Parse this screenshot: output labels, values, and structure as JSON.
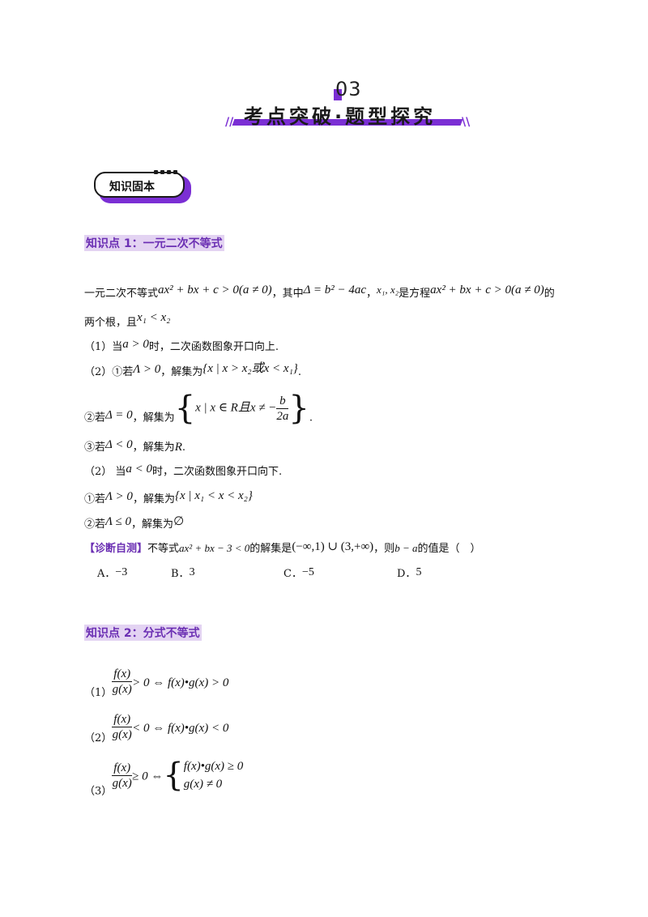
{
  "header": {
    "chapter_number": "03",
    "title": "考点突破·题型探究",
    "slash_left": "//",
    "slash_right": "\\\\"
  },
  "badge": {
    "label": "知识固本"
  },
  "kp1": {
    "heading": "知识点 1：一元二次不等式",
    "intro_a": "一元二次不等式",
    "intro_math1": "ax² + bx + c > 0(a ≠ 0)",
    "intro_b": "，其中",
    "intro_math2": "Δ = b² − 4ac",
    "intro_c": "，",
    "intro_math3": "x₁, x₂",
    "intro_d": "是方程",
    "intro_math4": "ax² + bx + c > 0(a ≠ 0)",
    "intro_e": "的",
    "intro_line2_a": "两个根，且",
    "intro_line2_math": "x₁ < x₂",
    "item1_a": "（1）当",
    "item1_math": "a > 0",
    "item1_b": "时，二次函数图象开口向上.",
    "item2_a": "（2）①若",
    "item2_math": "Λ > 0",
    "item2_b": "，解集为",
    "item2_set": "{x | x > x₂或x < x₁}",
    "item2_end": ".",
    "item3_a": "②若",
    "item3_math": "Δ = 0",
    "item3_b": "，解集为",
    "item3_set_left": "x | x ∈ R且x ≠ −",
    "item3_frac_num": "b",
    "item3_frac_den": "2a",
    "item3_end": ".",
    "item4_a": "③若",
    "item4_math": "Δ < 0",
    "item4_b": "，解集为",
    "item4_set": "R",
    "item4_end": ".",
    "item5_a": "（2） 当",
    "item5_math": "a < 0",
    "item5_b": "时，二次函数图象开口向下.",
    "item6_a": "①若",
    "item6_math": "Λ > 0",
    "item6_b": "，解集为",
    "item6_set": "{x | x₁ < x < x₂}",
    "item7_a": "②若",
    "item7_math": "Λ ≤ 0",
    "item7_b": "，解集为",
    "item7_set": "∅",
    "quiz_tag": "【诊断自测】",
    "quiz_a": "不等式",
    "quiz_math1": "ax² + bx − 3 < 0",
    "quiz_b": "的解集是",
    "quiz_math2": "(−∞,1) ∪ (3,+∞)",
    "quiz_c": "，则",
    "quiz_math3": "b − a",
    "quiz_d": "的值是（　）",
    "options": [
      {
        "label": "A．",
        "value": "−3"
      },
      {
        "label": "B．",
        "value": "3"
      },
      {
        "label": "C．",
        "value": "−5"
      },
      {
        "label": "D．",
        "value": "5"
      }
    ]
  },
  "kp2": {
    "heading": "知识点 2：分式不等式",
    "rows": [
      {
        "index": "（1）",
        "num": "f(x)",
        "den": "g(x)",
        "rel": "> 0 ⇔ f(x)•g(x) > 0"
      },
      {
        "index": "（2）",
        "num": "f(x)",
        "den": "g(x)",
        "rel": "< 0 ⇔ f(x)•g(x) < 0"
      },
      {
        "index": "（3）",
        "num": "f(x)",
        "den": "g(x)",
        "rel": "≥ 0 ⇔",
        "sys1": "f(x)•g(x) ≥ 0",
        "sys2": "g(x) ≠ 0"
      }
    ]
  }
}
